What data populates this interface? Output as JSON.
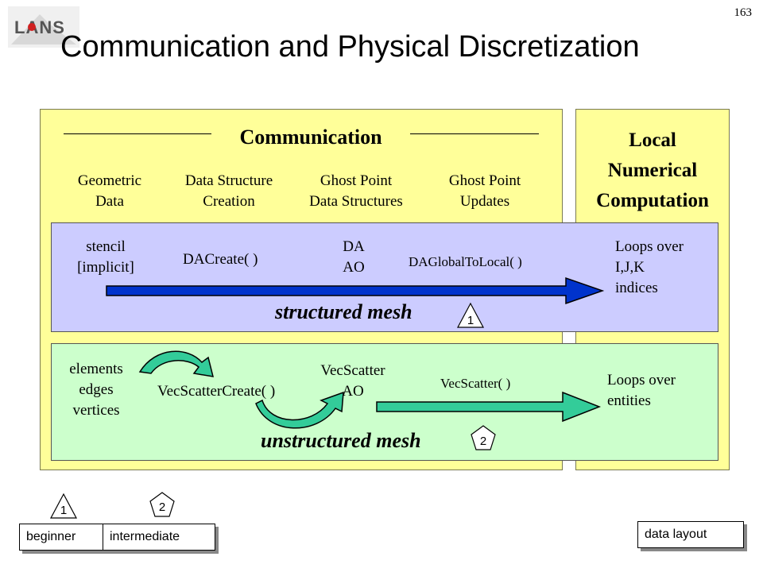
{
  "logo_text": "LANS",
  "page_number": "163",
  "title": "Communication and Physical Discretization",
  "communication": {
    "heading": "Communication",
    "columns": [
      {
        "line1": "Geometric",
        "line2": "Data"
      },
      {
        "line1": "Data Structure",
        "line2": "Creation"
      },
      {
        "line1": "Ghost Point",
        "line2": "Data Structures"
      },
      {
        "line1": "Ghost Point",
        "line2": "Updates"
      }
    ]
  },
  "local": {
    "line1": "Local",
    "line2": "Numerical",
    "line3": "Computation"
  },
  "structured": {
    "geometric_1": "stencil",
    "geometric_2": "[implicit]",
    "creation": "DACreate( )",
    "ds_1": "DA",
    "ds_2": "AO",
    "update": "DAGlobalToLocal( )",
    "loops_1": "Loops over",
    "loops_2": "I,J,K",
    "loops_3": "indices",
    "label": "structured mesh",
    "badge": "1"
  },
  "unstructured": {
    "geometric_1": "elements",
    "geometric_2": "edges",
    "geometric_3": "vertices",
    "creation": "VecScatterCreate( )",
    "ds_1": "VecScatter",
    "ds_2": "AO",
    "update": "VecScatter( )",
    "loops_1": "Loops over",
    "loops_2": "entities",
    "label": "unstructured mesh",
    "badge": "2"
  },
  "legend": {
    "beginner": "beginner",
    "intermediate": "intermediate",
    "badge_1": "1",
    "badge_2": "2",
    "data_layout": "data layout"
  },
  "colors": {
    "panel": "#ffff99",
    "structured_band": "#ccccff",
    "unstructured_band": "#ccffcc",
    "structured_arrow": "#0033cc",
    "unstructured_arrow": "#33cc99"
  }
}
